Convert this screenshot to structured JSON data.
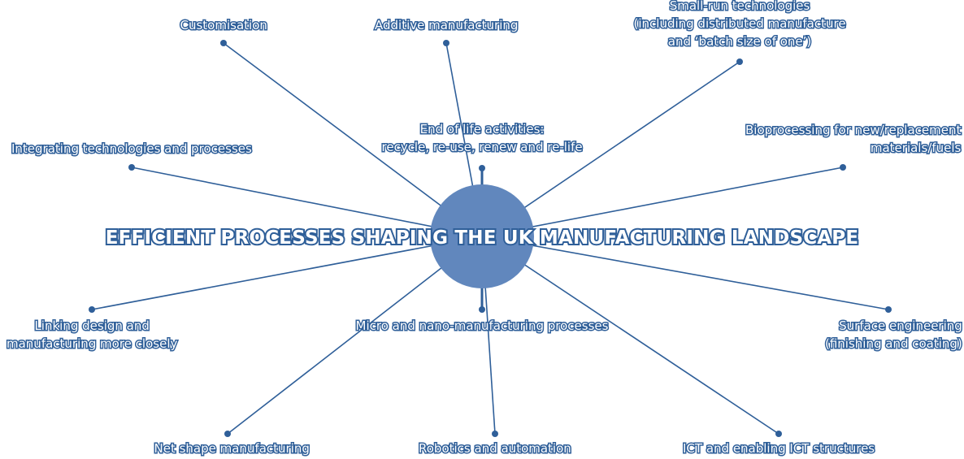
{
  "title": "EFFICIENT PROCESSES SHAPING THE UK MANUFACTURING LANDSCAPE",
  "colors": {
    "line": "#2f5f99",
    "hub": "#6187bd",
    "dot": "#2f5f99"
  },
  "nodes": [
    {
      "id": "customisation",
      "lines": [
        "Customisation"
      ]
    },
    {
      "id": "additive",
      "lines": [
        "Additive manufacturing"
      ]
    },
    {
      "id": "small-run",
      "lines": [
        "Small-run technologies",
        "(including distributed manufacture",
        "and ‘batch size of one’)"
      ]
    },
    {
      "id": "integrating",
      "lines": [
        "Integrating technologies and processes"
      ]
    },
    {
      "id": "end-of-life",
      "lines": [
        "End of life activities:",
        "recycle, re-use, renew and re-life"
      ]
    },
    {
      "id": "bioprocessing",
      "lines": [
        "Bioprocessing for new/replacement",
        "materials/fuels"
      ]
    },
    {
      "id": "linking-design",
      "lines": [
        "Linking design and",
        "manufacturing more closely"
      ]
    },
    {
      "id": "micro-nano",
      "lines": [
        "Micro and nano-manufacturing processes"
      ]
    },
    {
      "id": "surface",
      "lines": [
        "Surface engineering",
        "(finishing and coating)"
      ]
    },
    {
      "id": "net-shape",
      "lines": [
        "Net shape manufacturing"
      ]
    },
    {
      "id": "robotics",
      "lines": [
        "Robotics and automation"
      ]
    },
    {
      "id": "ict",
      "lines": [
        "ICT and enabling ICT structures"
      ]
    }
  ]
}
